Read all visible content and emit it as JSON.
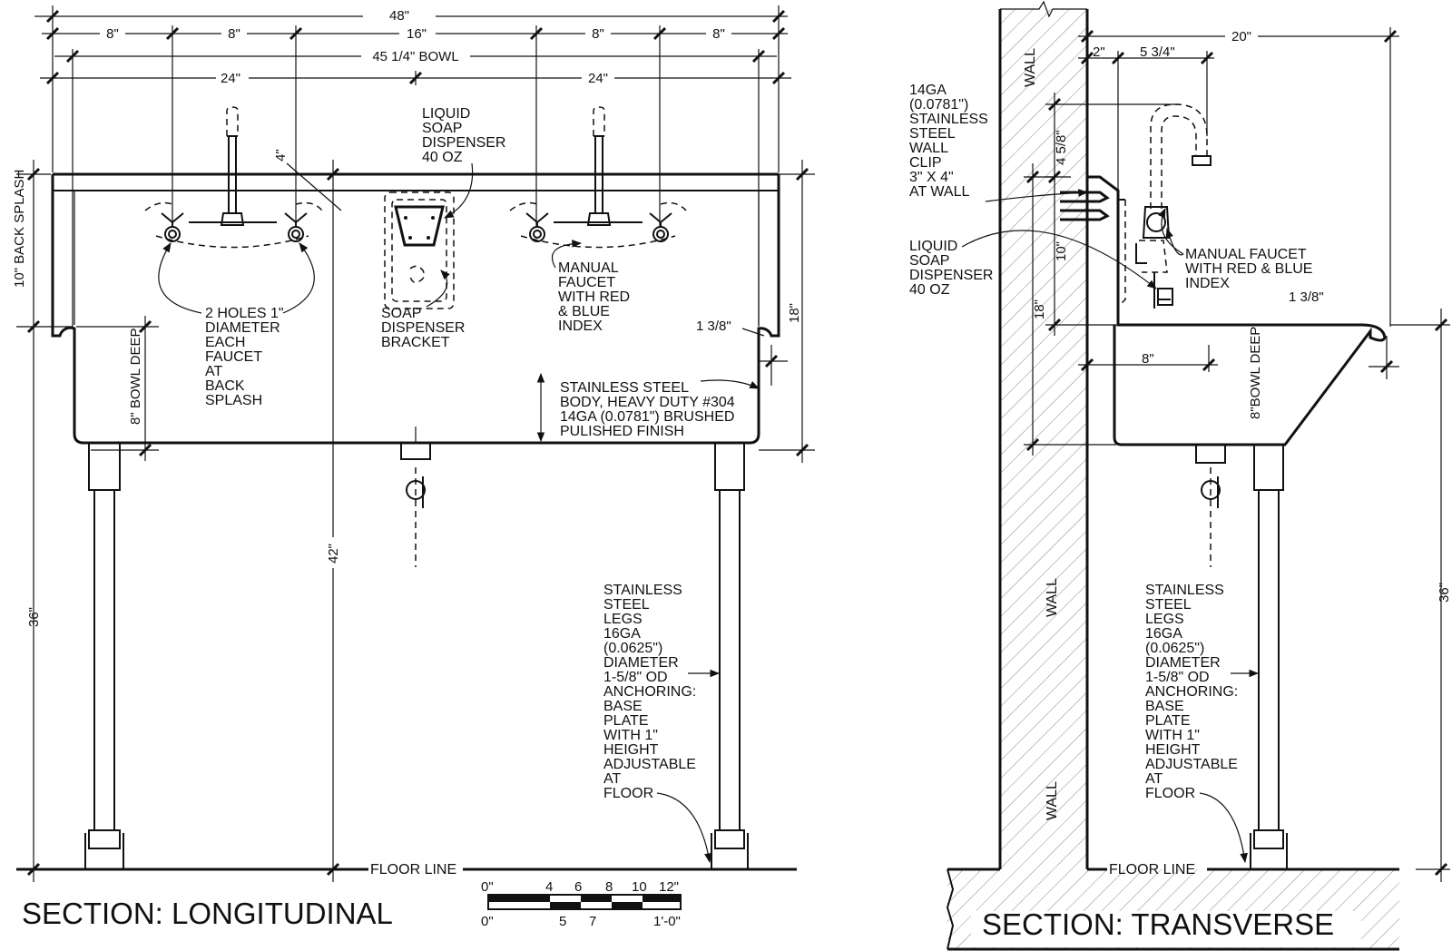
{
  "longitudinal": {
    "title": "SECTION: LONGITUDINAL",
    "dims": {
      "overall": "48\"",
      "spacing_8a": "8\"",
      "spacing_8b": "8\"",
      "spacing_16": "16\"",
      "spacing_8c": "8\"",
      "spacing_8d": "8\"",
      "bowl": "45 1/4\" BOWL",
      "half_left": "24\"",
      "half_right": "24\"",
      "splash_offset": "4\"",
      "back_splash": "10\" BACK SPLASH",
      "bowl_deep": "8\" BOWL DEEP",
      "rim": "1 3/8\"",
      "height_18": "18\"",
      "height_36": "36\"",
      "height_42": "42\""
    },
    "notes": {
      "soap_dispenser": [
        "LIQUID",
        "SOAP",
        "DISPENSER",
        "40 OZ"
      ],
      "holes": [
        "2 HOLES 1\"",
        "DIAMETER",
        "EACH",
        "FAUCET",
        "AT",
        "BACK",
        "SPLASH"
      ],
      "bracket": [
        "SOAP",
        "DISPENSER",
        "BRACKET"
      ],
      "faucet": [
        "MANUAL",
        "FAUCET",
        "WITH RED",
        "& BLUE",
        "INDEX"
      ],
      "body": [
        "STAINLESS STEEL",
        "BODY, HEAVY DUTY #304",
        "14GA (0.0781\") BRUSHED",
        "PULISHED FINISH"
      ],
      "legs": [
        "STAINLESS",
        "STEEL",
        "LEGS",
        "16GA",
        "(0.0625\")",
        "DIAMETER",
        "1-5/8\" OD",
        "ANCHORING:",
        "BASE",
        "PLATE",
        "WITH 1\"",
        "HEIGHT",
        "ADJUSTABLE",
        "AT",
        "FLOOR"
      ]
    },
    "floor_line": "FLOOR LINE",
    "scale": {
      "top_labels": [
        "0\"",
        "4",
        "6",
        "8",
        "10",
        "12\""
      ],
      "bottom_labels": [
        "0\"",
        "5",
        "7",
        "1'-0\""
      ]
    }
  },
  "transverse": {
    "title": "SECTION: TRANSVERSE",
    "dims": {
      "depth_20": "20\"",
      "offset_2": "2\"",
      "offset_534": "5 3/4\"",
      "height_458": "4 5/8\"",
      "height_10": "10\"",
      "height_18": "18\"",
      "rim": "1 3/8\"",
      "bowl_8": "8\"",
      "bowl_deep": "8\"BOWL DEEP",
      "height_36": "36\""
    },
    "notes": {
      "clip": [
        "14GA",
        "(0.0781\")",
        "STAINLESS",
        "STEEL",
        "WALL",
        "CLIP",
        "3\" X 4\"",
        "AT WALL"
      ],
      "soap": [
        "LIQUID",
        "SOAP",
        "DISPENSER",
        "40 OZ"
      ],
      "faucet": [
        "MANUAL FAUCET",
        "WITH RED & BLUE",
        "INDEX"
      ],
      "legs": [
        "STAINLESS",
        "STEEL",
        "LEGS",
        "16GA",
        "(0.0625\")",
        "DIAMETER",
        "1-5/8\" OD",
        "ANCHORING:",
        "BASE",
        "PLATE",
        "WITH 1\"",
        "HEIGHT",
        "ADJUSTABLE",
        "AT",
        "FLOOR"
      ]
    },
    "wall_labels": [
      "WALL",
      "WALL",
      "WALL"
    ],
    "floor_line": "FLOOR LINE"
  }
}
